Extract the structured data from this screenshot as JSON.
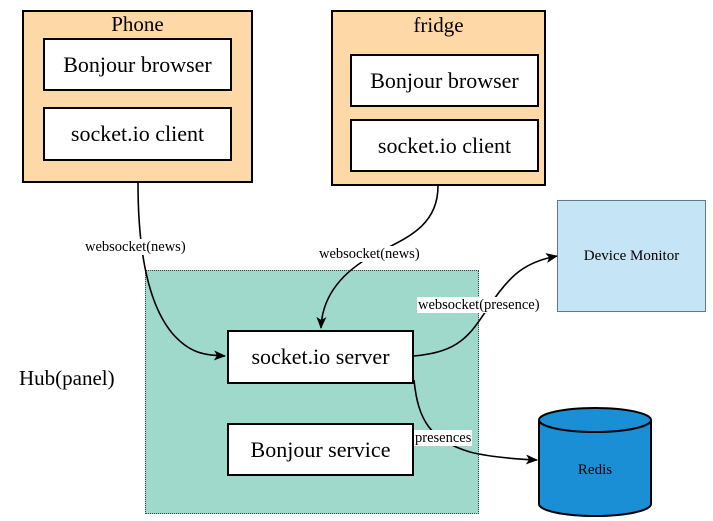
{
  "phone": {
    "title": "Phone",
    "bonjour_browser": "Bonjour browser",
    "socket_client": "socket.io client"
  },
  "fridge": {
    "title": "fridge",
    "bonjour_browser": "Bonjour browser",
    "socket_client": "socket.io client"
  },
  "hub": {
    "label": "Hub(panel)",
    "socket_server": "socket.io server",
    "bonjour_service": "Bonjour service"
  },
  "device_monitor": "Device Monitor",
  "redis": "Redis",
  "edges": {
    "phone_to_server": "websocket(news)",
    "fridge_to_server": "websocket(news)",
    "server_to_monitor": "websocket(presence)",
    "server_to_redis": "presences"
  },
  "colors": {
    "device_container": "#ffd8a8",
    "hub_fill": "#9fd9cb",
    "monitor_fill": "#c5e4f5",
    "redis_fill": "#1a8fd6"
  }
}
